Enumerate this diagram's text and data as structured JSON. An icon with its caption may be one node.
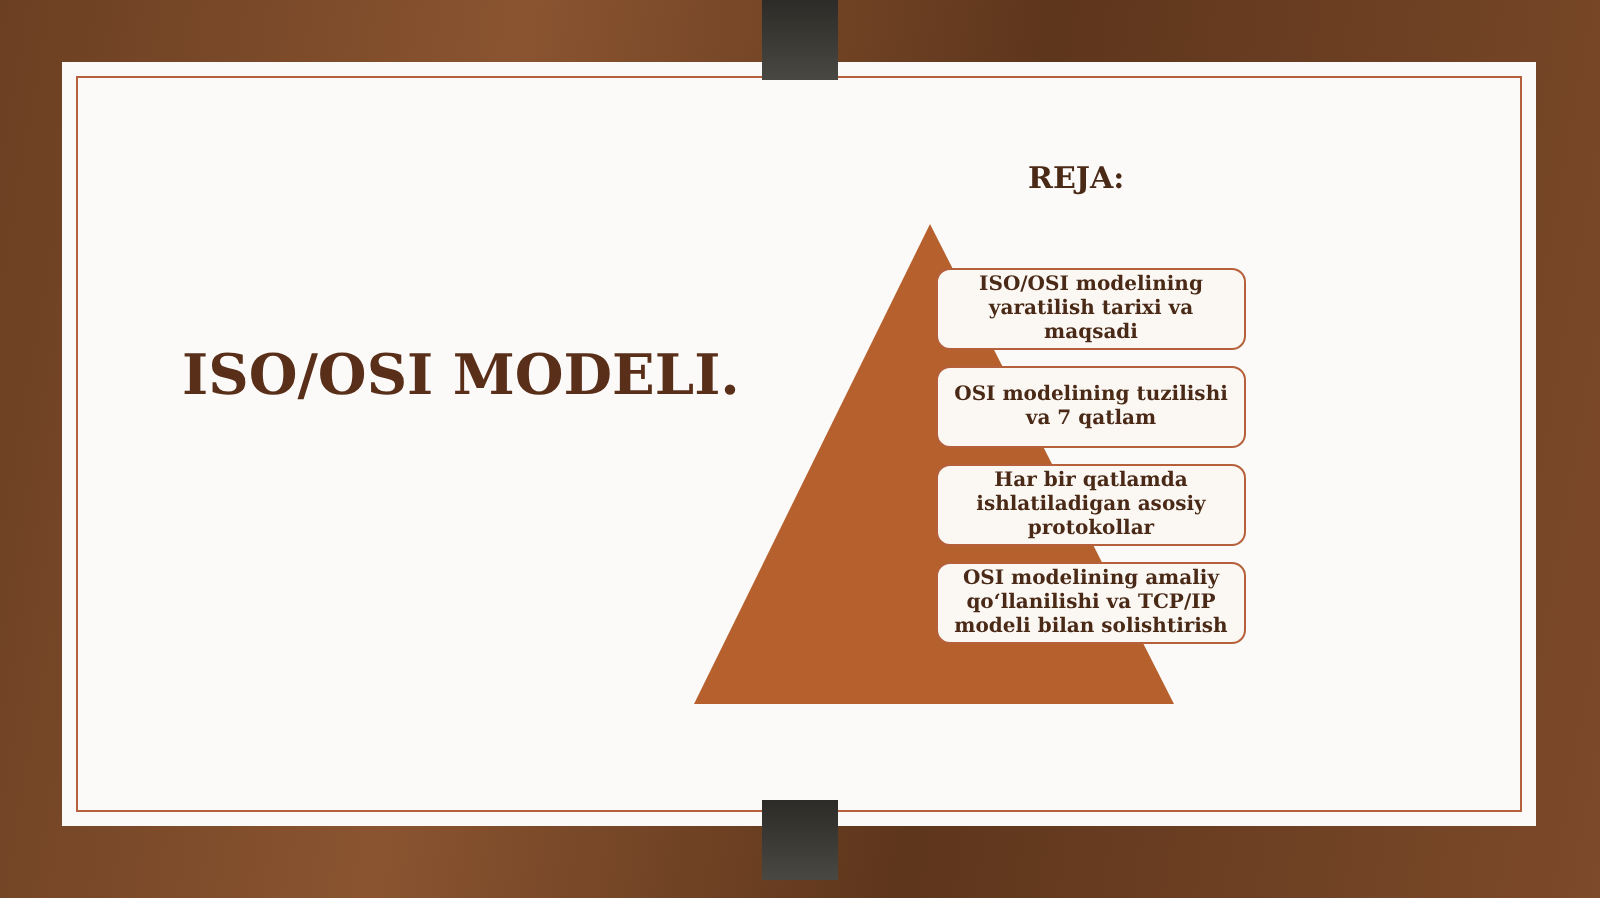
{
  "diagram": {
    "title": "ISO/OSI MODELI.",
    "nodes": [
      {
        "text": [],
        "shape": "triangle"
      },
      {
        "text": [
          "ISO/OSI modelining yaratilish tarixi va maqsadi"
        ]
      },
      {
        "text": [
          "OSI modelining tuzilishi va 7 qatlam"
        ]
      },
      {
        "text": [
          "Har bir qatlamda ishlatiladigan asosiy protokollar"
        ]
      },
      {
        "text": [
          "OSI modelining amaliy qo‘llanilishi va TCP/IP modeli bilan solishtirish"
        ]
      }
    ],
    "labels": [
      "REJA:"
    ]
  }
}
